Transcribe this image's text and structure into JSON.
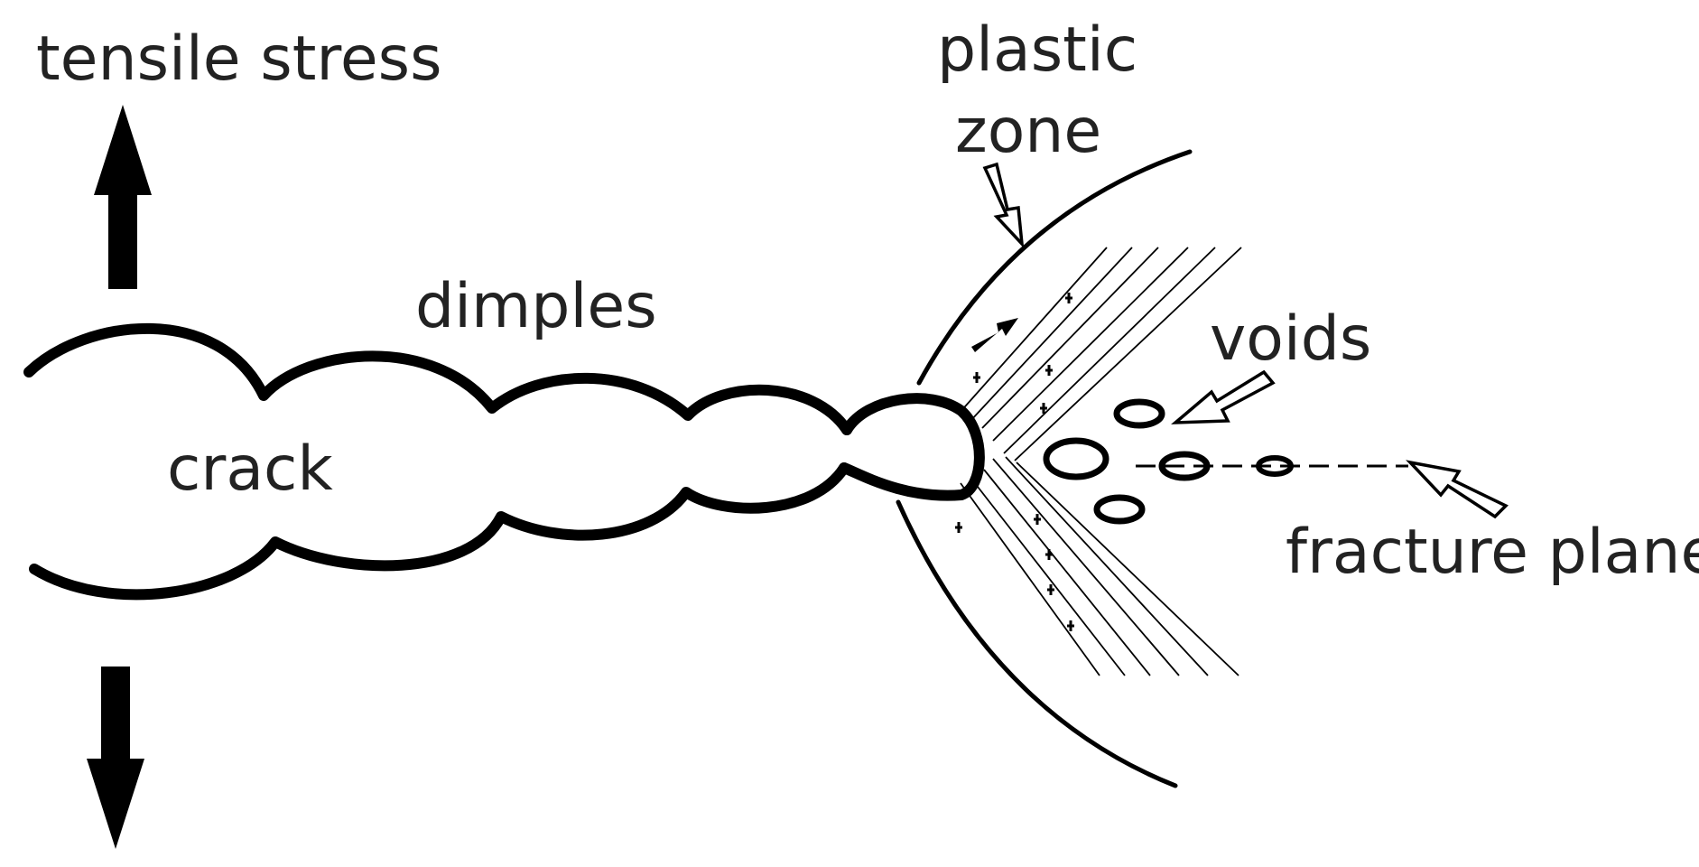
{
  "labels": {
    "tensile_stress": "tensile stress",
    "plastic": "plastic",
    "zone": "zone",
    "dimples": "dimples",
    "voids": "voids",
    "crack": "crack",
    "fracture_plane": "fracture plane"
  },
  "colors": {
    "ink": "#000000",
    "text": "#222222",
    "background": "#ffffff"
  }
}
